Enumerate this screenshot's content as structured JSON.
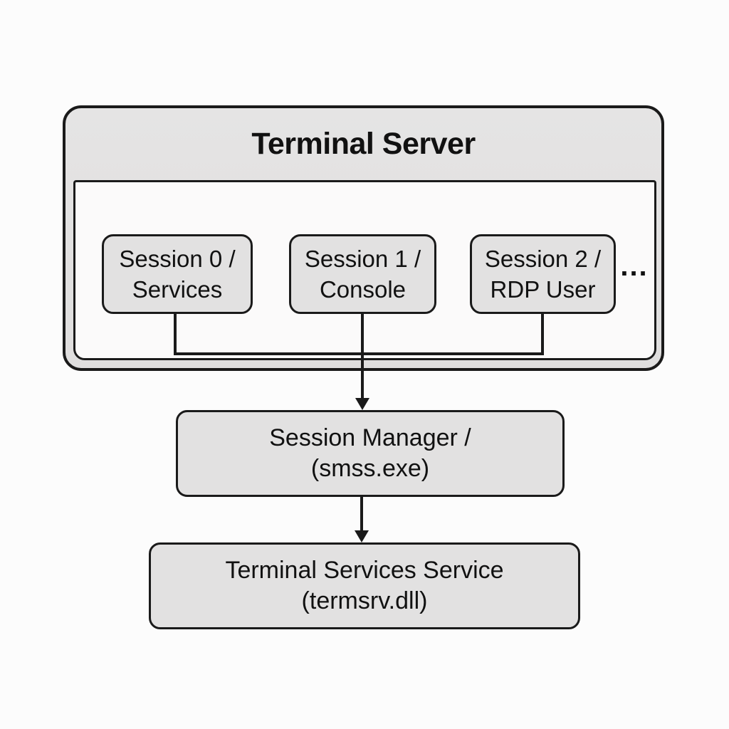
{
  "diagram": {
    "title": "Terminal Server",
    "sessions": [
      {
        "line1": "Session 0 /",
        "line2": "Services"
      },
      {
        "line1": "Session 1 /",
        "line2": "Console"
      },
      {
        "line1": "Session 2 /",
        "line2": "RDP User"
      }
    ],
    "ellipsis": "...",
    "session_manager": {
      "line1": "Session Manager /",
      "line2": "(smss.exe)"
    },
    "terminal_services": {
      "line1": "Terminal Services Service",
      "line2": "(termsrv.dll)"
    }
  },
  "colors": {
    "background": "#fcfcfc",
    "box_fill": "#e2e1e1",
    "inner_fill": "#fbfafa",
    "border": "#1a1a1a",
    "text": "#111111"
  }
}
